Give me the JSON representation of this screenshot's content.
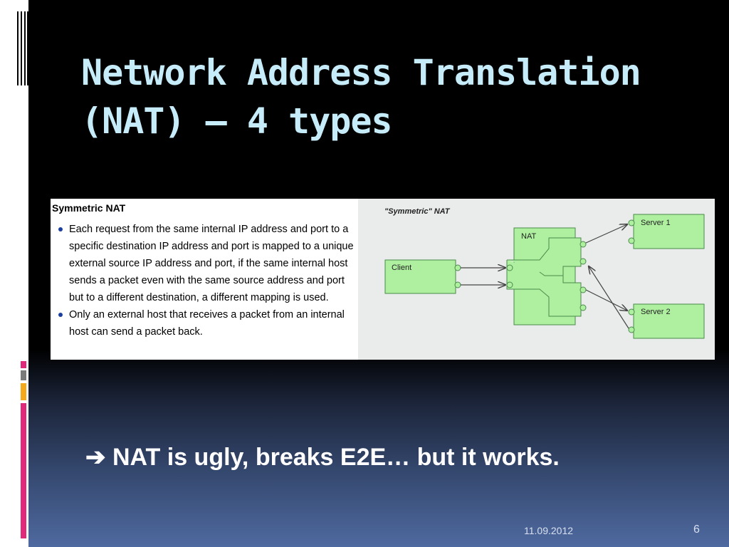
{
  "slide": {
    "title_line1": "Network Address Translation",
    "title_line2": "(NAT) – 4 types",
    "figure": {
      "heading": "Symmetric NAT",
      "bullets": [
        "Each request from the same internal IP address and port to a specific destination IP address and port is mapped to a unique external source IP address and port, if the same internal host sends a packet even with the same source address and port but to a different destination, a different mapping is used.",
        "Only an external host that receives a packet from an internal host can send a packet back."
      ],
      "diagram": {
        "title": "\"Symmetric\" NAT",
        "client_label": "Client",
        "nat_label": "NAT",
        "server1_label": "Server 1",
        "server2_label": "Server 2",
        "box_color": "#aef0a0",
        "arrow_color": "#444444"
      }
    },
    "callout": "NAT is ugly, breaks E2E… but it works.",
    "callout_icon": "right-arrow-icon",
    "date": "11.09.2012",
    "page_number": "6",
    "colors": {
      "title": "#c6ecfa",
      "accent_pink": "#e0297a",
      "accent_gray": "#7a7a7a",
      "accent_orange": "#f4a81c"
    }
  }
}
